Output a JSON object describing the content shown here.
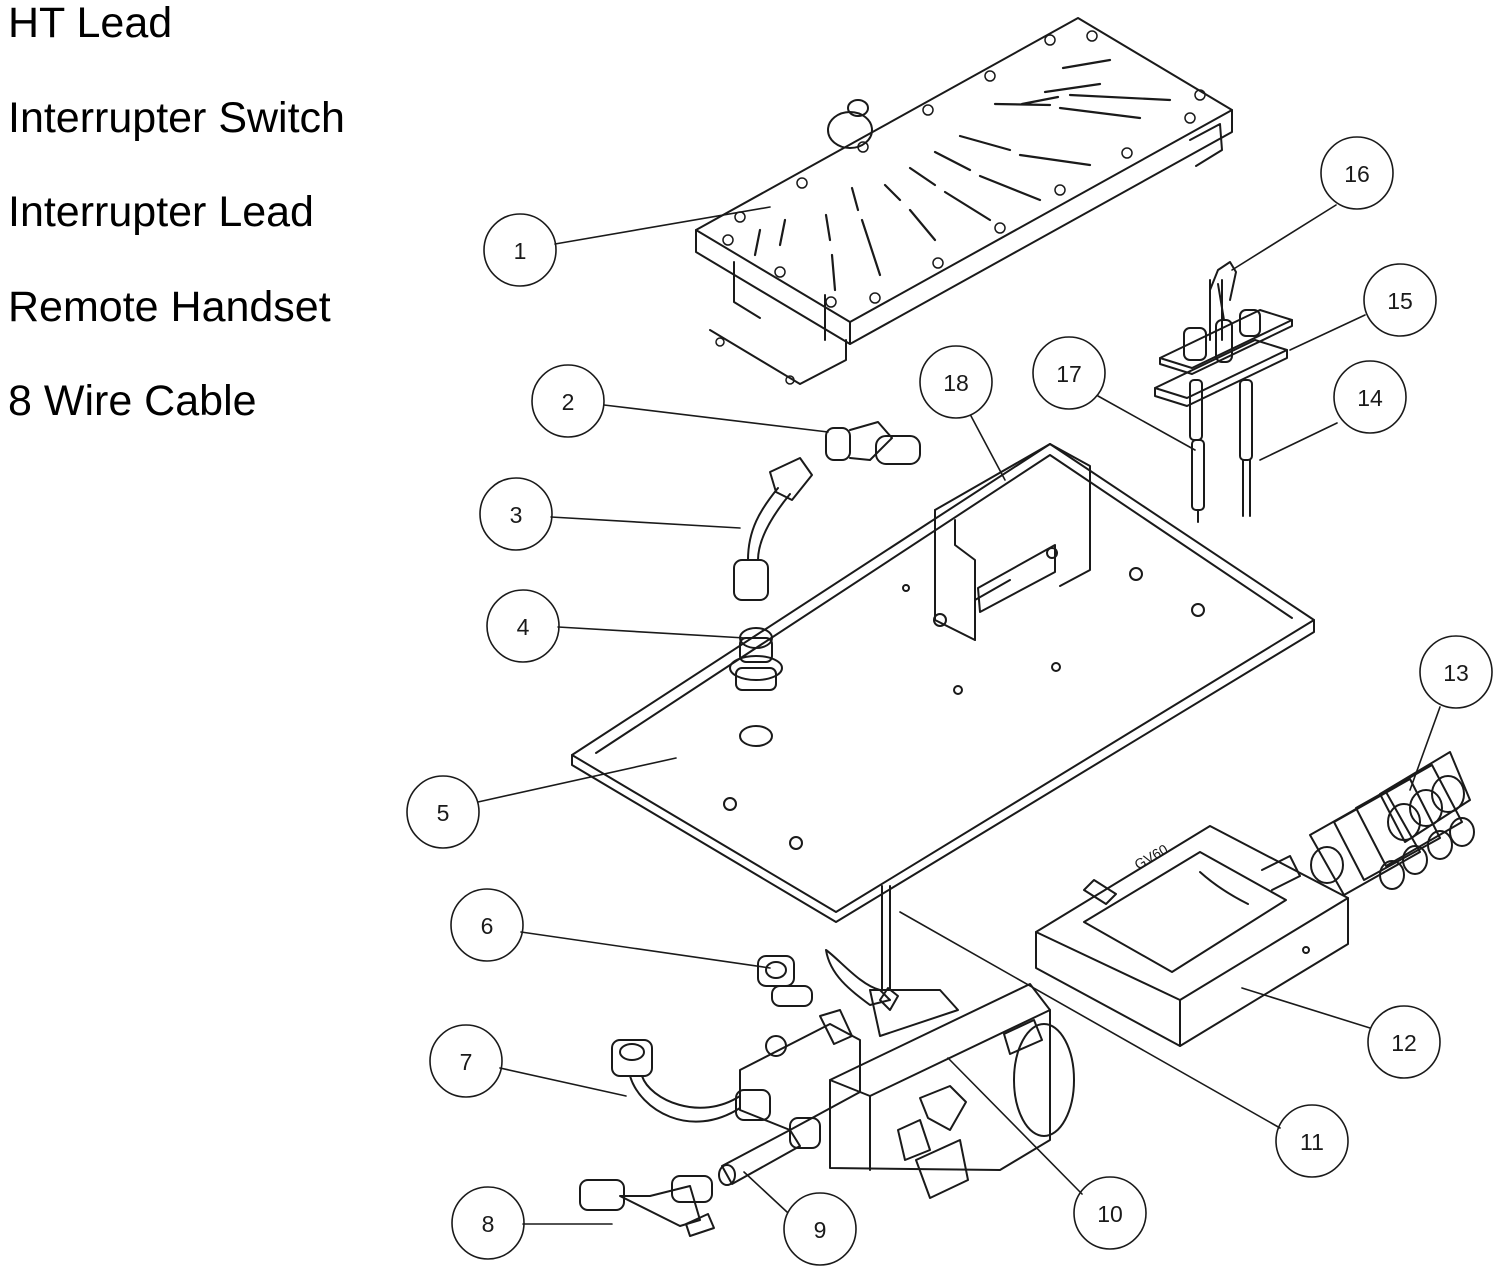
{
  "legend": {
    "items": [
      "HT Lead",
      "Interrupter Switch",
      "Interrupter Lead",
      "Remote Handset",
      "8 Wire Cable"
    ]
  },
  "callouts": [
    "1",
    "2",
    "3",
    "4",
    "5",
    "6",
    "7",
    "8",
    "9",
    "10",
    "11",
    "12",
    "13",
    "14",
    "15",
    "16",
    "17",
    "18"
  ],
  "colors": {
    "line": "#1a1a1a",
    "background": "#ffffff"
  }
}
